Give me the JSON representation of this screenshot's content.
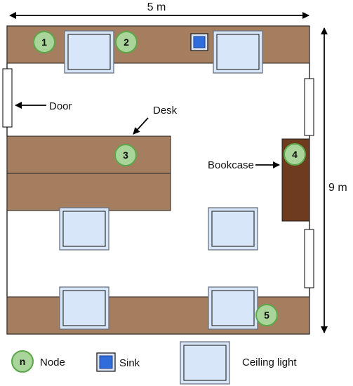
{
  "dimensions": {
    "width_label": "5 m",
    "height_label": "9 m"
  },
  "labels": {
    "door": "Door",
    "desk": "Desk",
    "bookcase": "Bookcase"
  },
  "nodes": [
    {
      "label": "1"
    },
    {
      "label": "2"
    },
    {
      "label": "3"
    },
    {
      "label": "4"
    },
    {
      "label": "5"
    }
  ],
  "legend": {
    "node_symbol": "n",
    "node_label": "Node",
    "sink_label": "Sink",
    "light_label": "Ceiling light"
  },
  "colors": {
    "wood": "#a57d5f",
    "bookcase": "#6e3b1f",
    "node_fill": "#a9d49a",
    "node_stroke": "#5aa84a",
    "light_fill": "#d7e6f8",
    "sink_fill": "#2f6ddc"
  }
}
